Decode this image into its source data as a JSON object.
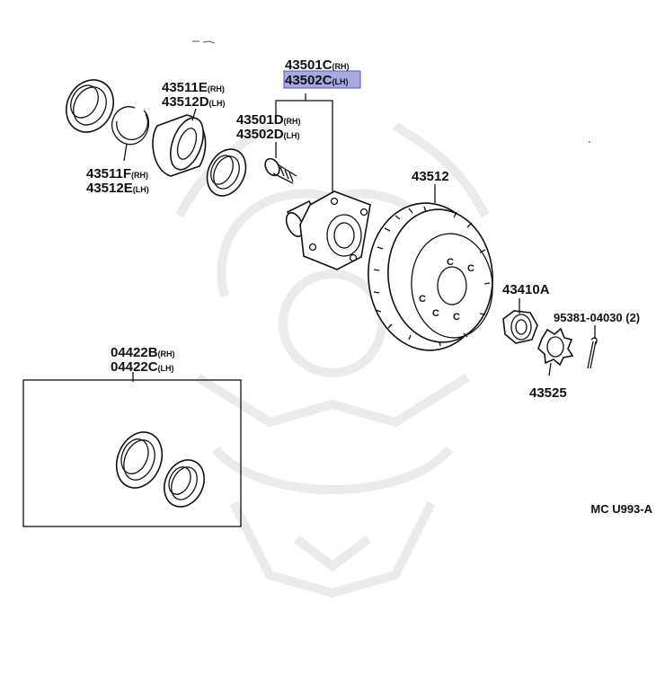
{
  "diagram": {
    "colors": {
      "line": "#111111",
      "highlight": "#a9a9df",
      "background": "#ffffff",
      "watermark": "#e9e9e9"
    },
    "footer_code": "MC U993-A",
    "labels": {
      "hub_rh": "43501C",
      "hub_rh_side": "(RH)",
      "hub_lh": "43502C",
      "hub_lh_side": "(LH)",
      "bearing_rh": "43511E",
      "bearing_rh_side": "(RH)",
      "bearing_lh": "43512D",
      "bearing_lh_side": "(LH)",
      "bolt_rh": "43501D",
      "bolt_rh_side": "(RH)",
      "bolt_lh": "43502D",
      "bolt_lh_side": "(LH)",
      "seal_rh": "43511F",
      "seal_rh_side": "(RH)",
      "seal_lh": "43512E",
      "seal_lh_side": "(LH)",
      "rotor": "43512",
      "nut": "43410A",
      "cotter_pin": "95381-04030 (2)",
      "nut_lock_cap": "43525",
      "kit_rh": "04422B",
      "kit_rh_side": "(RH)",
      "kit_lh": "04422C",
      "kit_lh_side": "(LH)"
    }
  }
}
